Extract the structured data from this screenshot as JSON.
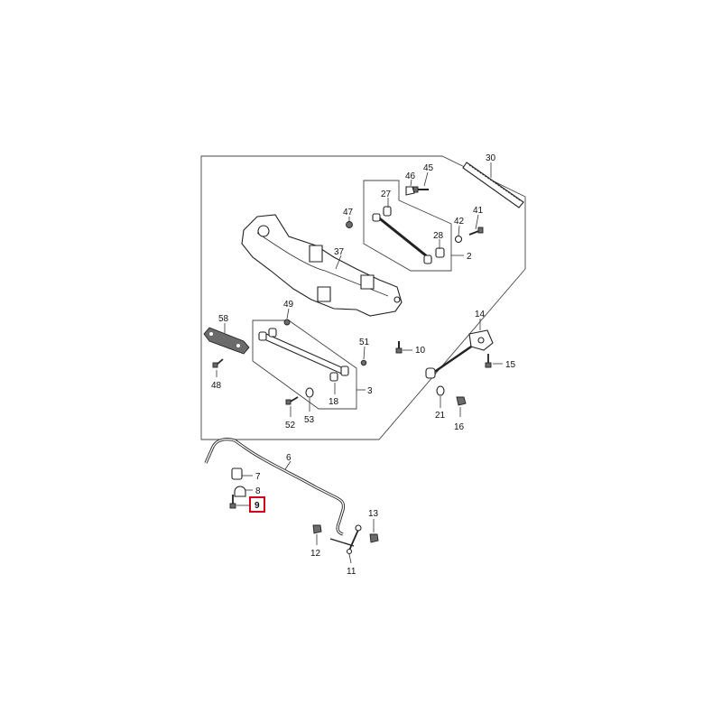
{
  "diagram": {
    "highlight_color": "#d0021b",
    "highlighted_callout": "9",
    "callouts": {
      "c2": "2",
      "c3": "3",
      "c6": "6",
      "c7": "7",
      "c8": "8",
      "c9": "9",
      "c10": "10",
      "c11": "11",
      "c12": "12",
      "c13": "13",
      "c14": "14",
      "c15": "15",
      "c16": "16",
      "c18": "18",
      "c21": "21",
      "c27": "27",
      "c28": "28",
      "c30": "30",
      "c37": "37",
      "c41": "41",
      "c42": "42",
      "c45": "45",
      "c46": "46",
      "c47": "47",
      "c48": "48",
      "c49": "49",
      "c51": "51",
      "c52": "52",
      "c53": "53",
      "c58": "58"
    }
  }
}
